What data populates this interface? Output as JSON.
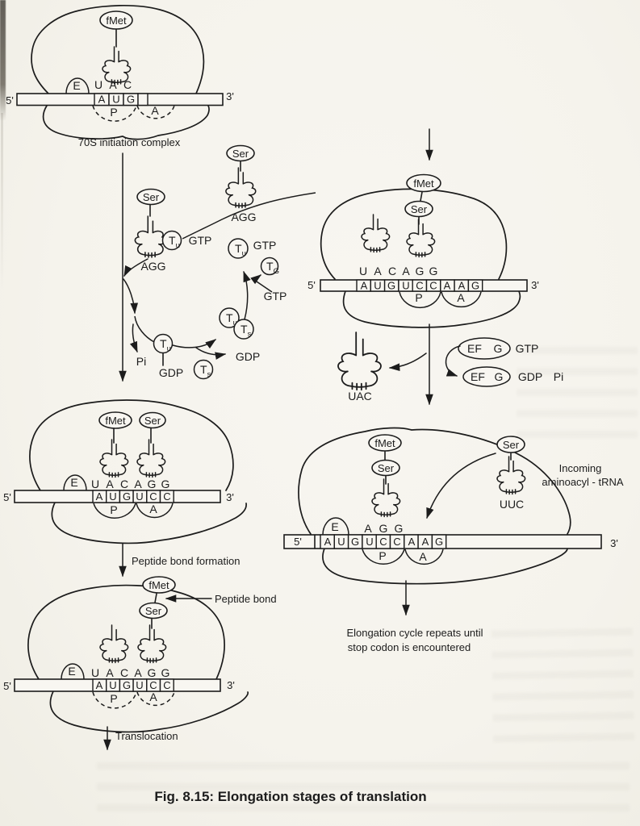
{
  "page": {
    "caption": "Fig. 8.15: Elongation stages of translation"
  },
  "colors": {
    "ink": "#1c1c1c",
    "paper": "#f6f4ee"
  },
  "labels": {
    "five_prime": "5'",
    "three_prime": "3'",
    "p_site": "P",
    "a_site": "A",
    "e_site": "E"
  },
  "stage1": {
    "amino_acid": "fMet",
    "anticodon": "UAC",
    "codons": "AUG",
    "caption": "70S initiation complex"
  },
  "tu_cycle": {
    "t": "T",
    "u_sub": "u",
    "s_sub": "s",
    "g_sub": "G",
    "gtp": "GTP",
    "gdp": "GDP",
    "pi": "Pi",
    "free_trna": {
      "amino_acid": "Ser",
      "anticodon": "AGG"
    },
    "complex_trna": {
      "amino_acid": "Ser",
      "anticodon": "AGG"
    }
  },
  "stage2": {
    "chain": [
      "fMet",
      "Ser"
    ],
    "anticodons": "UACAGG",
    "codons": "AUGUCCAAG"
  },
  "ef_g": {
    "released_anticodon": "UAC",
    "ef": "EF",
    "g": "G",
    "gtp": "GTP",
    "gdp": "GDP",
    "pi": "Pi"
  },
  "stage3": {
    "chain": [
      "fMet",
      "Ser"
    ],
    "anticodons": "AGG",
    "codons": "AUGUCCAAG",
    "incoming": {
      "amino_acid": "Ser",
      "anticodon": "UUC",
      "label1": "Incoming",
      "label2": "aminoacyl - tRNA"
    },
    "footer1": "Elongation cycle repeats until",
    "footer2": "stop codon is encountered"
  },
  "stage4": {
    "amino_acids": [
      "fMet",
      "Ser"
    ],
    "anticodons": "UACAGG",
    "codons": "AUGUCC",
    "arrow_label": "Peptide bond formation"
  },
  "stage5": {
    "chain": [
      "fMet",
      "Ser"
    ],
    "peptide_bond_label": "Peptide bond",
    "anticodons": "UACAGG",
    "codons": "AUGUCC",
    "arrow_label": "Translocation"
  }
}
